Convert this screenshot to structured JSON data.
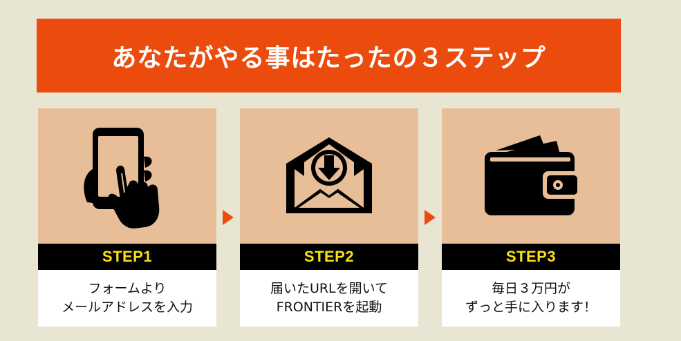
{
  "banner": {
    "title": "あなたがやる事はたったの３ステップ"
  },
  "colors": {
    "background": "#e8e6d3",
    "banner": "#eb4b0c",
    "card_top": "#e8be99",
    "step_bar": "#000000",
    "step_text": "#f8e114",
    "arrow": "#eb4b0c"
  },
  "steps": [
    {
      "label": "STEP1",
      "icon": "smartphone-tap-icon",
      "lines": [
        "フォームより",
        "メールアドレスを入力"
      ]
    },
    {
      "label": "STEP2",
      "icon": "envelope-download-icon",
      "lines": [
        "届いたURLを開いて",
        "FRONTIERを起動"
      ]
    },
    {
      "label": "STEP3",
      "icon": "wallet-icon",
      "lines": [
        "毎日３万円が",
        "ずっと手に入ります！"
      ]
    }
  ]
}
